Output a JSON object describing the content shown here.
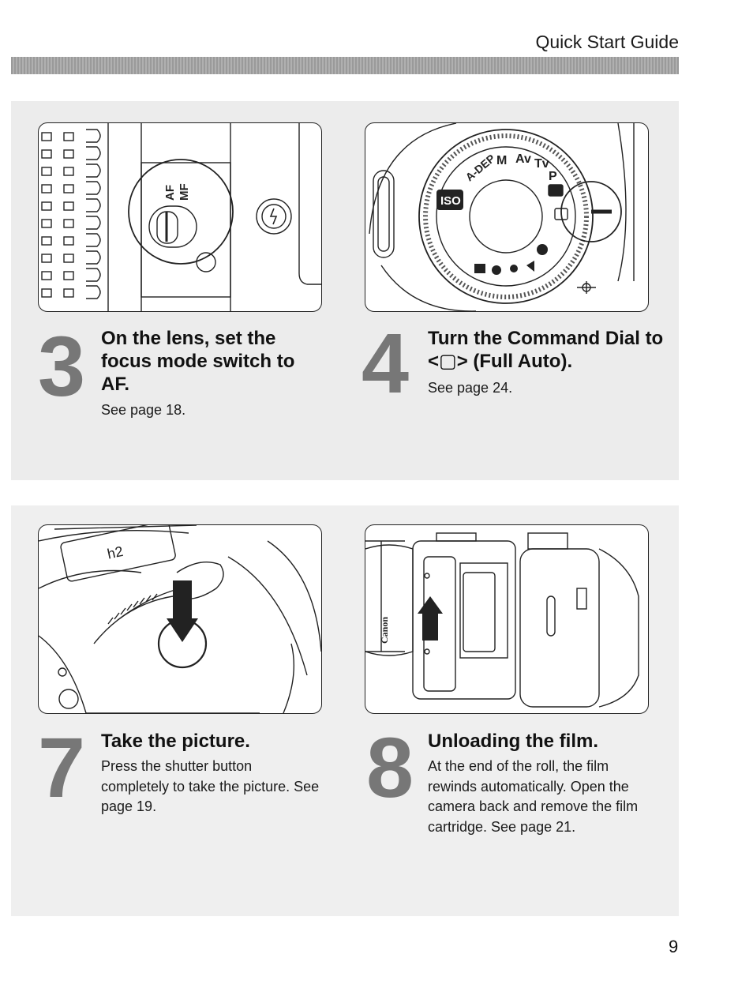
{
  "header": {
    "title": "Quick Start Guide"
  },
  "steps": [
    {
      "number": "3",
      "heading": "On the lens, set the focus mode switch to AF.",
      "body": "See page 18.",
      "switch_labels": [
        "AF",
        "MF"
      ]
    },
    {
      "number": "4",
      "heading": "Turn the Command Dial to <▢> (Full Auto).",
      "body": "See page 24.",
      "dial_labels": [
        "A-DEP",
        "M",
        "Av",
        "Tv",
        "P",
        "ISO"
      ]
    },
    {
      "number": "7",
      "heading": "Take the picture.",
      "body": "Press the shutter button completely to take the picture. See page 19."
    },
    {
      "number": "8",
      "heading": "Unloading the film.",
      "body": "At the end of the roll, the film rewinds automatically.  Open the camera back and remove the film cartridge. See page 21.",
      "brand_label": "Canon"
    }
  ],
  "page_number": "9"
}
